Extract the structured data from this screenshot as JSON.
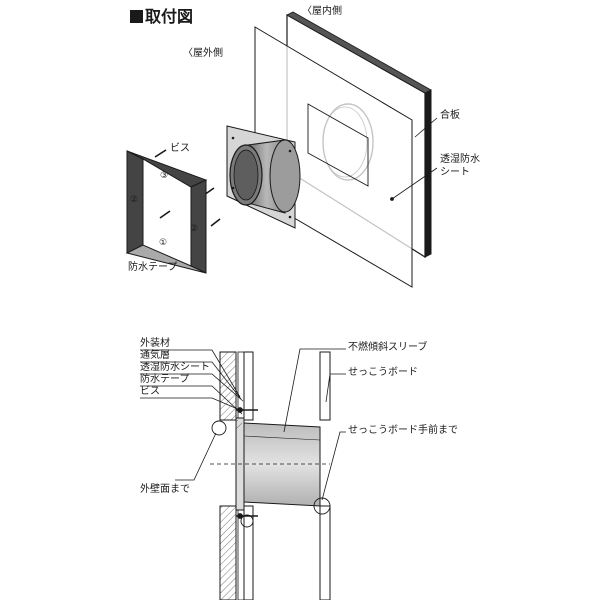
{
  "title": "取付図",
  "top": {
    "indoor_label": "〈屋内側",
    "outdoor_label": "〈屋外側",
    "plywood_label": "合板",
    "membrane_label_1": "透湿防水",
    "membrane_label_2": "シート",
    "screw_label": "ビス",
    "tape_label": "防水テープ",
    "step_1": "①",
    "step_2": "②",
    "step_3": "③"
  },
  "bottom": {
    "layers": [
      "外装材",
      "通気層",
      "透湿防水シート",
      "防水テープ",
      "ビス"
    ],
    "sleeve_label": "不燃傾斜スリーブ",
    "gypsum_label": "せっこうボード",
    "gypsum_front_label": "せっこうボード手前まで",
    "outer_wall_label": "外壁面まで"
  }
}
